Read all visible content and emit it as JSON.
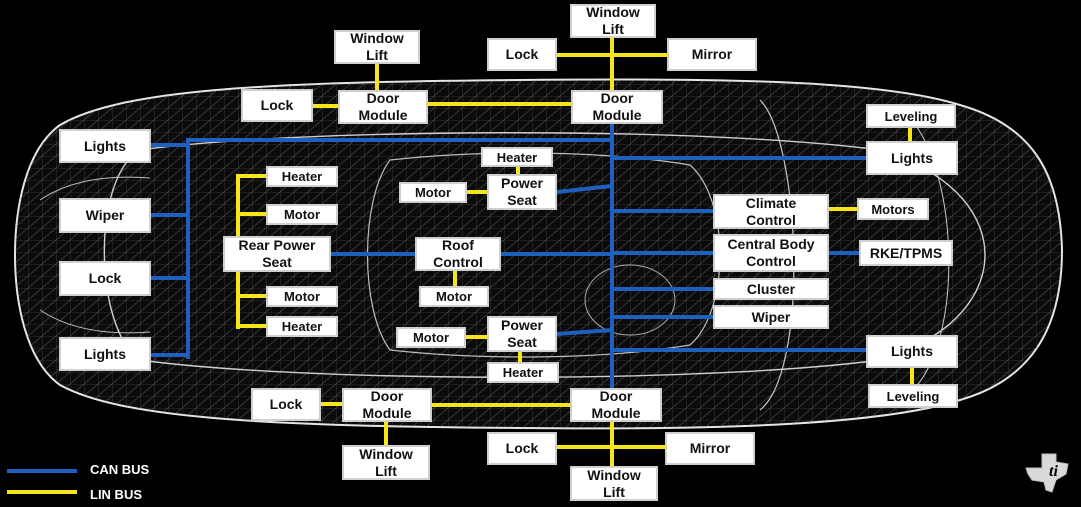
{
  "colors": {
    "can": "#1f5fbf",
    "lin": "#f5e61a",
    "background": "#000000",
    "wireframe": "#d8d8d8"
  },
  "legend": {
    "can_label": "CAN BUS",
    "lin_label": "LIN BUS"
  },
  "modules": {
    "window_lift_top_left": "Window\nLift",
    "window_lift_top_right": "Window\nLift",
    "lock_top_left": "Lock",
    "door_module_top_left": "Door\nModule",
    "lock_top_right": "Lock",
    "mirror_top": "Mirror",
    "door_module_top_right": "Door\nModule",
    "leveling_top": "Leveling",
    "lights_left_top": "Lights",
    "wiper_left": "Wiper",
    "lock_left": "Lock",
    "lights_left_bottom": "Lights",
    "heater_rear_top": "Heater",
    "motor_rear_top": "Motor",
    "rear_power_seat": "Rear Power\nSeat",
    "motor_rear_bottom": "Motor",
    "heater_rear_bottom": "Heater",
    "heater_front_top": "Heater",
    "motor_front_top": "Motor",
    "power_seat_top": "Power\nSeat",
    "roof_control": "Roof\nControl",
    "motor_roof": "Motor",
    "motor_front_bottom": "Motor",
    "power_seat_bottom": "Power\nSeat",
    "heater_front_bottom": "Heater",
    "lights_right_top": "Lights",
    "climate_control": "Climate\nControl",
    "motors": "Motors",
    "central_body_control": "Central Body\nControl",
    "rke_tpms": "RKE/TPMS",
    "cluster": "Cluster",
    "wiper_right": "Wiper",
    "lights_right_bottom": "Lights",
    "leveling_bottom": "Leveling",
    "lock_bottom_left": "Lock",
    "door_module_bottom_left": "Door\nModule",
    "window_lift_bottom_left": "Window\nLift",
    "door_module_bottom_right": "Door\nModule",
    "lock_bottom_right": "Lock",
    "mirror_bottom": "Mirror",
    "window_lift_bottom_right": "Window\nLift"
  }
}
